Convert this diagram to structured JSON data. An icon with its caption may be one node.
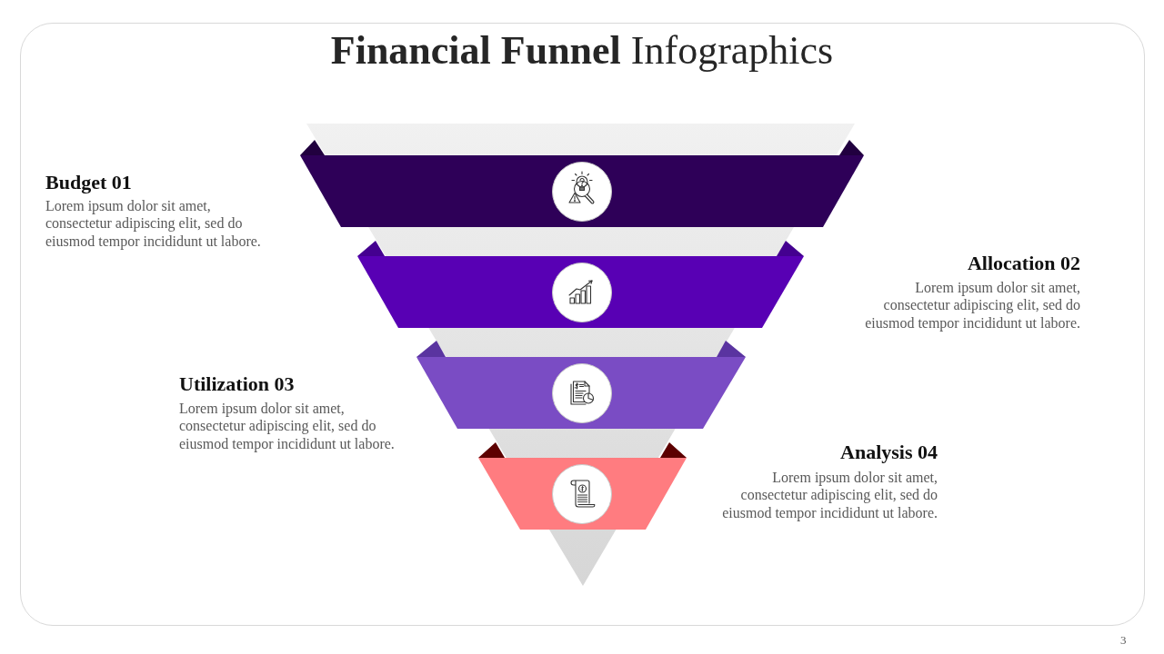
{
  "diagram": {
    "title": "**Financial Funnel** Infographics",
    "nodes": [
      {
        "text": [],
        "shape": "trapezoid",
        "beside": [
          "Budget 01",
          "Lorem ipsum dolor sit amet, consectetur adipiscing elit, sed do eiusmod tempor incididunt ut labore."
        ]
      },
      {
        "text": [],
        "shape": "trapezoid",
        "beside": [
          "Allocation 02",
          "Lorem ipsum dolor sit amet, consectetur adipiscing elit, sed do eiusmod tempor incididunt ut labore."
        ]
      },
      {
        "text": [],
        "shape": "trapezoid",
        "beside": [
          "Utilization 03",
          "Lorem ipsum dolor sit amet, consectetur adipiscing elit, sed do eiusmod tempor incididunt ut labore."
        ]
      },
      {
        "text": [],
        "shape": "trapezoid",
        "beside": [
          "Analysis 04",
          "Lorem ipsum dolor sit amet, consectetur adipiscing elit, sed do eiusmod tempor incididunt ut labore."
        ]
      }
    ],
    "labels": [
      "3"
    ]
  }
}
